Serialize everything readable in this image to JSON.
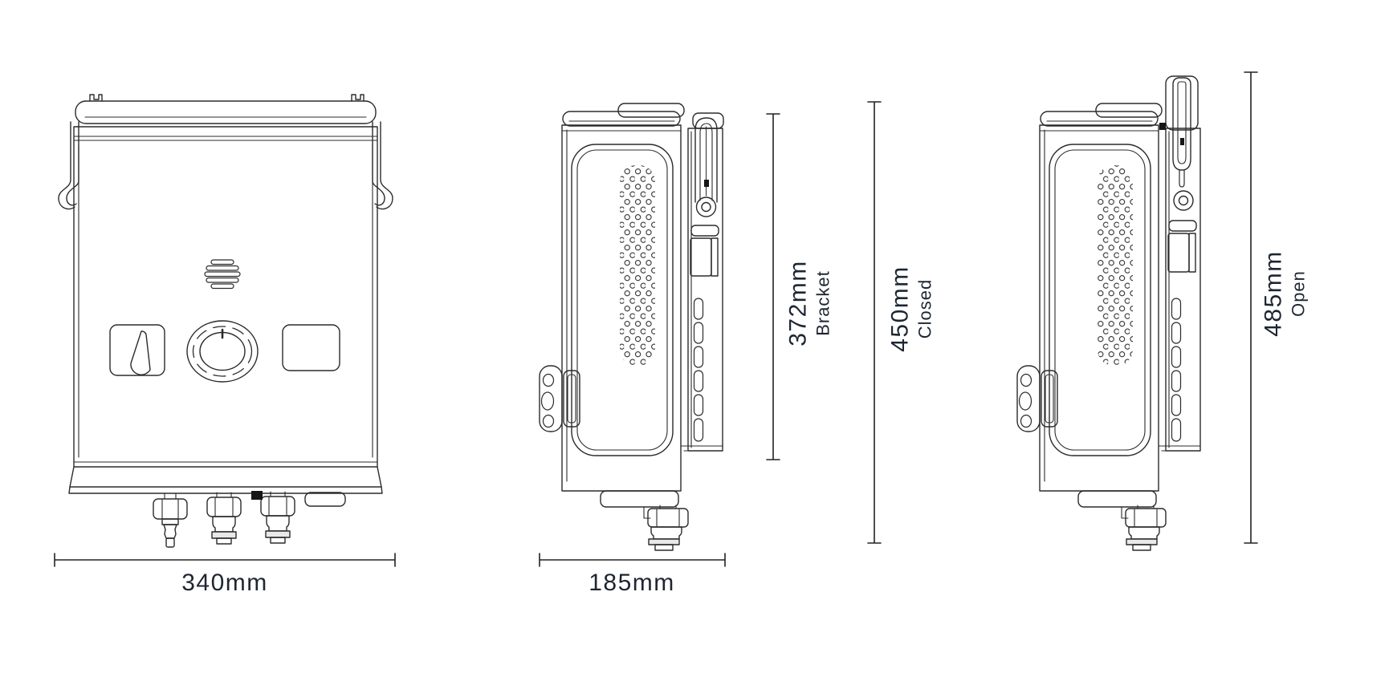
{
  "colors": {
    "background": "#ffffff",
    "line_art": "#2b2b2b",
    "dimension_line": "#222222",
    "label_text": "#1d2632"
  },
  "dimensions": {
    "front_width": {
      "value": "340mm"
    },
    "side_depth": {
      "value": "185mm"
    },
    "bracket_height": {
      "value": "372mm",
      "qualifier": "Bracket"
    },
    "closed_height": {
      "value": "450mm",
      "qualifier": "Closed"
    },
    "open_height": {
      "value": "485mm",
      "qualifier": "Open"
    }
  }
}
